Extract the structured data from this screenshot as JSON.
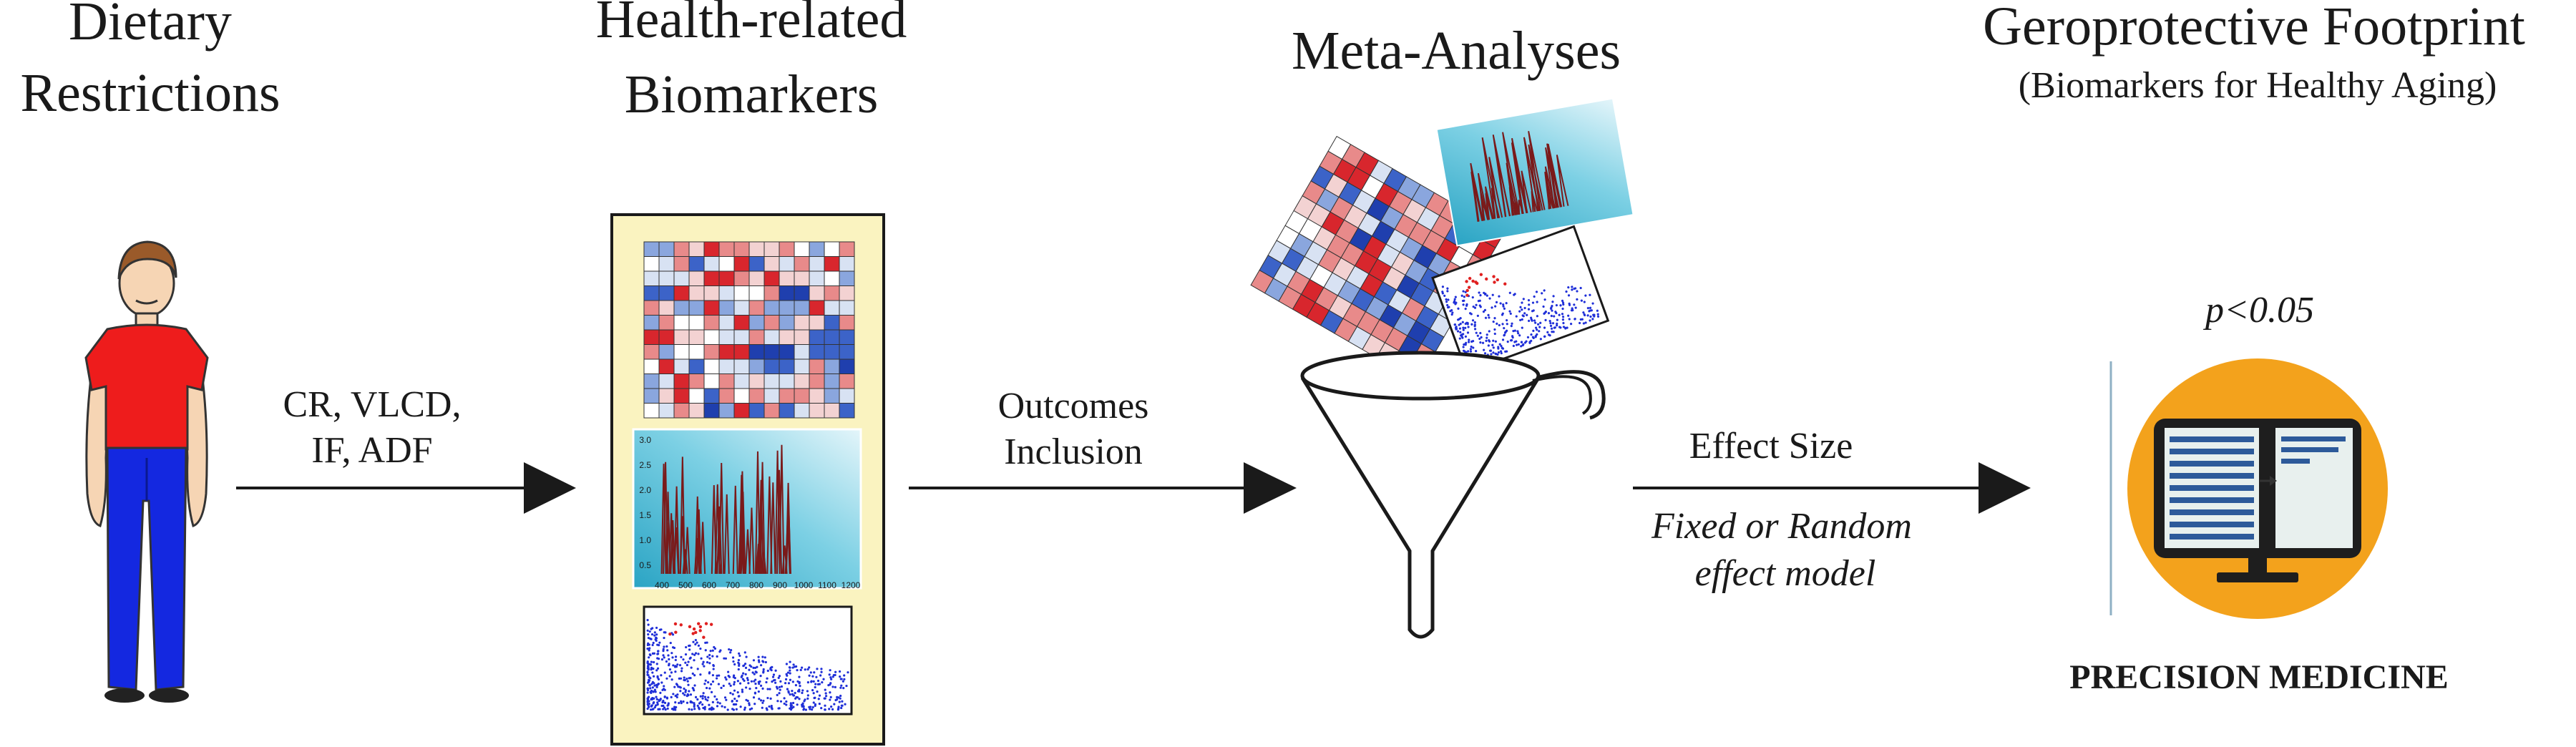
{
  "headings": {
    "dietary": [
      "Dietary",
      "Restrictions"
    ],
    "biomarkers": [
      "Health-related",
      "Biomarkers"
    ],
    "meta": "Meta-Analyses",
    "footprint_title": "Geroprotective Footprint",
    "footprint_sub": "(Biomarkers for Healthy Aging)"
  },
  "arrows": {
    "restrictions": [
      "CR, VLCD,",
      "IF, ADF"
    ],
    "outcomes": [
      "Outcomes",
      "Inclusion"
    ],
    "effect": "Effect Size",
    "model": [
      "Fixed or Random",
      "effect model"
    ]
  },
  "significance": "p<0.05",
  "precision": "PRECISION MEDICINE",
  "spectrum": {
    "y_ticks": [
      "3.0",
      "2.5",
      "2.0",
      "1.5",
      "1.0",
      "0.5"
    ],
    "x_ticks": [
      "400",
      "500",
      "600",
      "700",
      "800",
      "900",
      "1000",
      "1100",
      "1200"
    ]
  },
  "colors": {
    "shirt": "#ee1c1c",
    "pants": "#1428e0",
    "panel_bg": "#faf3c0",
    "monitor_circle": "#f3a21c",
    "heat_red": "#d8262d",
    "heat_blue": "#1f3fae"
  },
  "icons": [
    "person-figure",
    "heatmap-icon",
    "spectrum-icon",
    "scatter-icon",
    "funnel-icon",
    "computer-monitor-icon",
    "arrow-right-icon"
  ]
}
